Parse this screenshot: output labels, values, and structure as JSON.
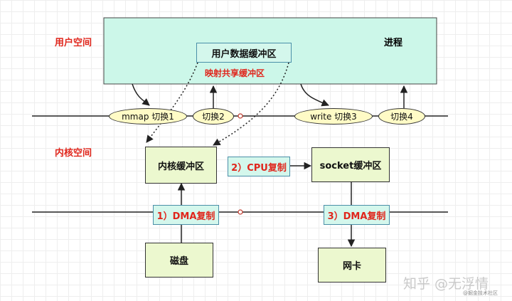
{
  "zones": {
    "user_space": "用户空间",
    "kernel_space": "内核空间"
  },
  "process": {
    "label": "进程",
    "user_buffer": "用户数据缓冲区",
    "mmap_note": "映射共享缓冲区"
  },
  "switches": {
    "s1": "mmap 切换1",
    "s2": "切换2",
    "s3": "write 切换3",
    "s4": "切换4"
  },
  "kernel": {
    "kernel_buffer": "内核缓冲区",
    "socket_buffer": "socket缓冲区",
    "cpu_copy": "2）CPU复制"
  },
  "hardware": {
    "dma1": "1）DMA复制",
    "dma3": "3）DMA复制",
    "disk": "磁盘",
    "nic": "网卡"
  },
  "watermark": {
    "main": "知乎 @无浮情",
    "small": "@掘金技术社区"
  },
  "colors": {
    "process_bg": "#ccf7e9",
    "label_red": "#e0261c",
    "switch_bg": "#fffbc6",
    "box_green": "#ecf8cf"
  }
}
